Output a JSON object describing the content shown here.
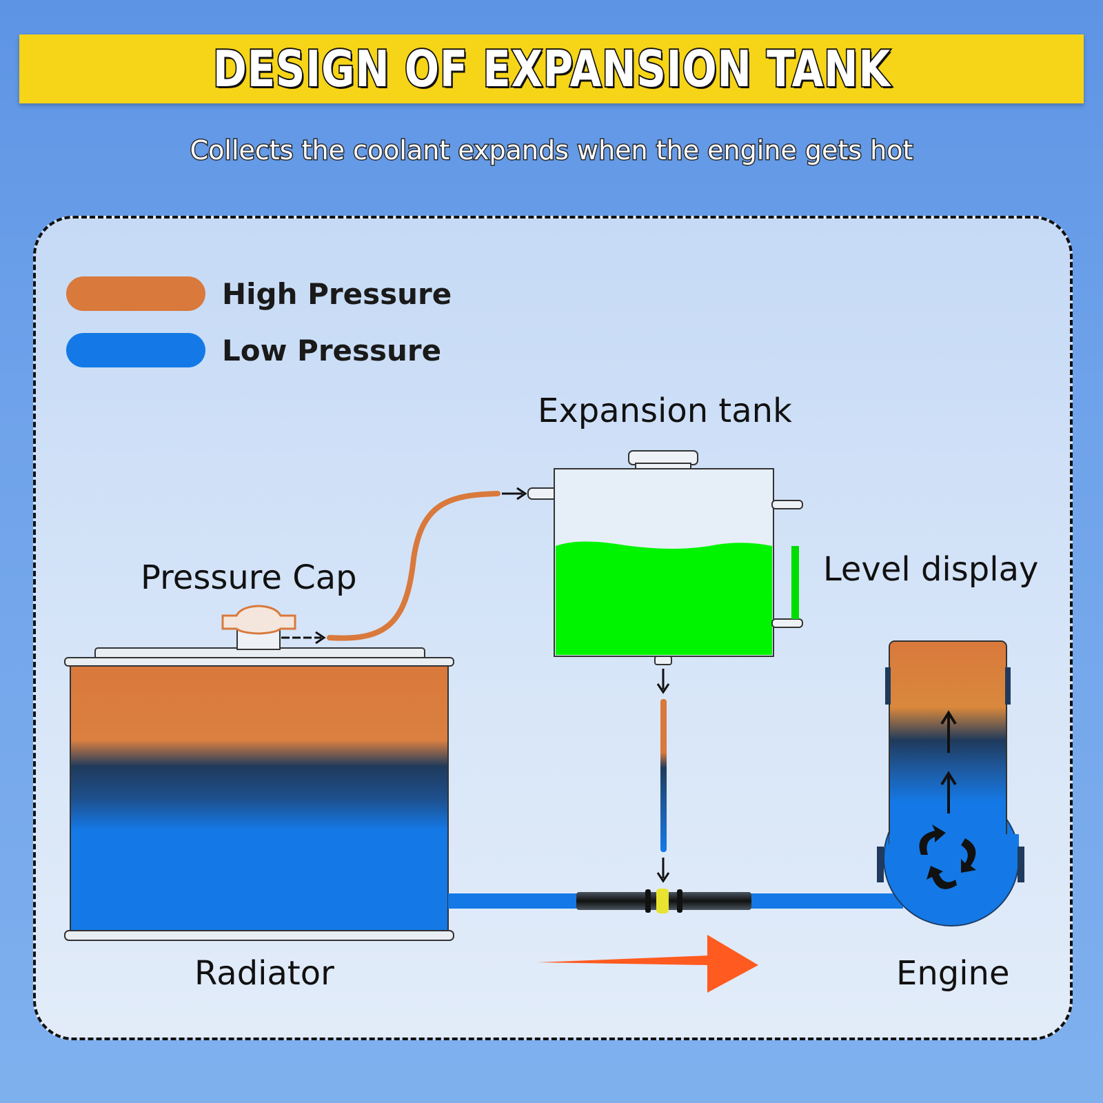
{
  "title": "DESIGN OF EXPANSION TANK",
  "subtitle": "Collects the coolant expands when the engine gets hot",
  "legend": [
    {
      "label": "High Pressure",
      "color": "#d9793c"
    },
    {
      "label": "Low Pressure",
      "color": "#1479e6"
    }
  ],
  "labels": {
    "expansion_tank": "Expansion tank",
    "pressure_cap": "Pressure Cap",
    "level_display": "Level display",
    "radiator": "Radiator",
    "engine": "Engine"
  },
  "colors": {
    "high_pressure": "#d9793c",
    "low_pressure": "#1479e6",
    "transition_dark": "#1f3a5c",
    "coolant": "#00f400",
    "flow_arrow": "#ff5a1f",
    "banner": "#f6d417"
  },
  "icons": [
    "circulation-arrows-icon",
    "flow-direction-arrow-icon",
    "up-arrow-icon",
    "down-arrow-icon",
    "right-arrow-icon"
  ]
}
